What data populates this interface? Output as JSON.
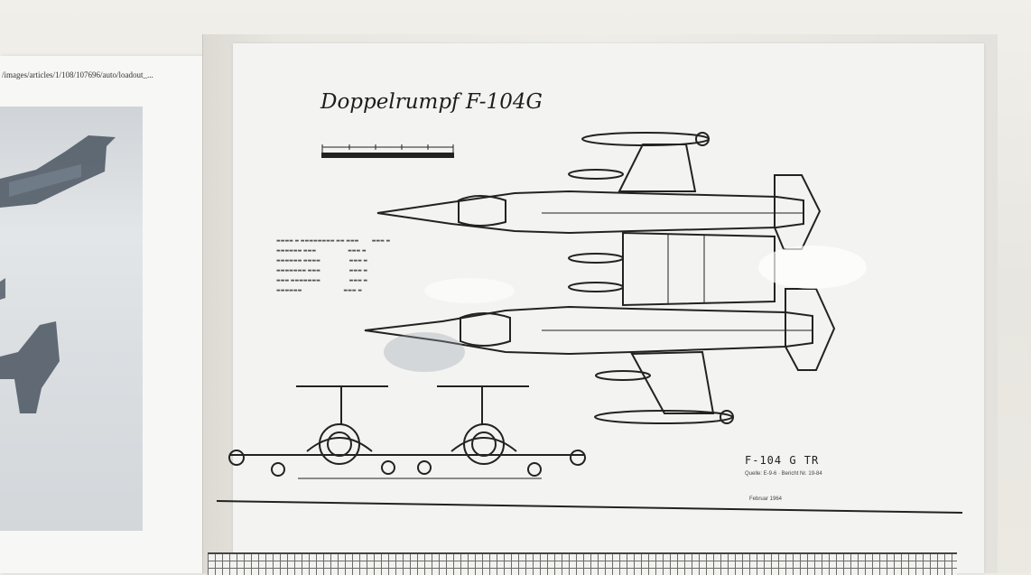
{
  "left_sheet": {
    "url_fragment": "/images/articles/1/108/107696/auto/loadout_..."
  },
  "drawing": {
    "title": "Doppelrumpf F-104G",
    "designation": "F-104 G   TR",
    "source_line": "Quelle: E-9-6 · Bericht Nr. 19-84",
    "date_line": "Februar 1964"
  }
}
